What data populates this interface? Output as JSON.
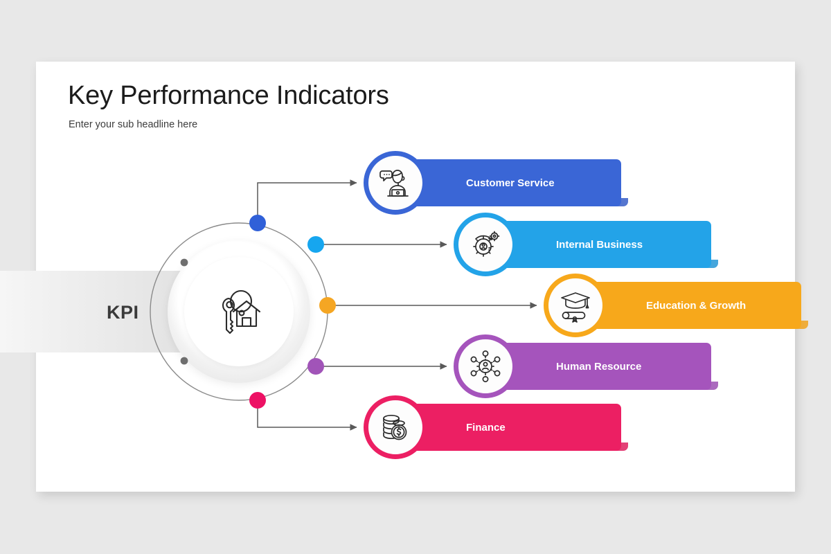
{
  "slide": {
    "title": "Key Performance Indicators",
    "subtitle": "Enter your sub headline here",
    "hub": {
      "label": "KPI",
      "icon": "house-keys-icon"
    }
  },
  "colors": {
    "background": "#e8e8e8",
    "slide": "#ffffff",
    "title": "#1b1b1b",
    "kpi_label": "#3a3a3a",
    "connector": "#595959",
    "terminal_dot": "#6e6e6e"
  },
  "items": [
    {
      "label": "Customer Service",
      "color": "#3a66d6",
      "shade": "#3058c4",
      "dot": "#3060d8",
      "icon": "headset-agent-icon"
    },
    {
      "label": "Internal Business",
      "color": "#23a3e8",
      "shade": "#1c92d4",
      "dot": "#16a6ef",
      "icon": "gear-process-icon"
    },
    {
      "label": "Education & Growth",
      "color": "#f7a81b",
      "shade": "#f0a015",
      "dot": "#f5a623",
      "icon": "graduation-diploma-icon"
    },
    {
      "label": "Human Resource",
      "color": "#a554bc",
      "shade": "#9949b0",
      "dot": "#a154b8",
      "icon": "people-network-icon"
    },
    {
      "label": "Finance",
      "color": "#ec1f63",
      "shade": "#dd1759",
      "dot": "#ed1164",
      "icon": "coins-dollar-icon"
    }
  ]
}
